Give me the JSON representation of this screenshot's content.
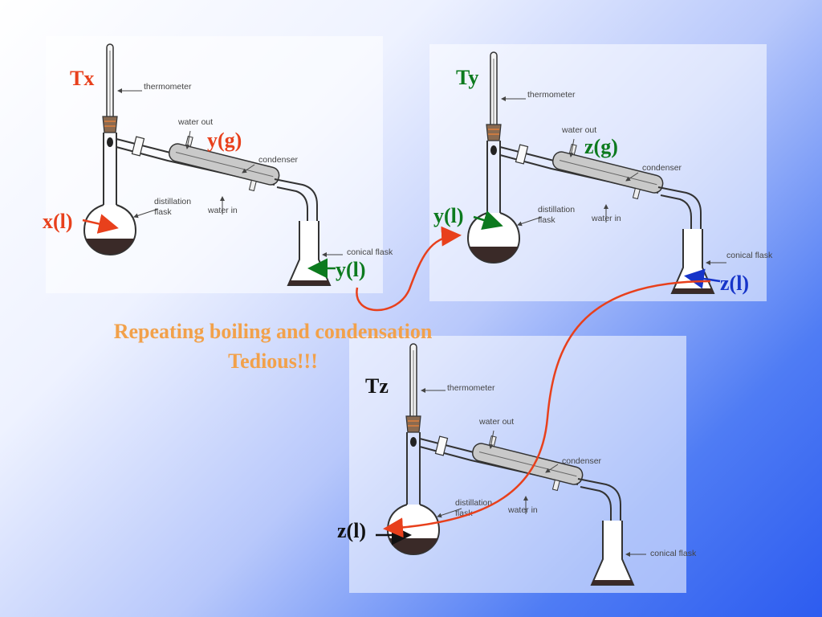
{
  "colors": {
    "red": "#e8401c",
    "green": "#0c7a1e",
    "blue": "#1634c9",
    "black": "#111111",
    "orange_text": "#f2a14a",
    "flask_liquid": "#3a2a28"
  },
  "apparatus_labels": {
    "thermometer": "thermometer",
    "water_out": "water out",
    "condenser": "condenser",
    "distillation_flask": "distillation",
    "flask_word": "flask",
    "water_in": "water in",
    "conical_flask": "conical flask"
  },
  "setups": [
    {
      "temp_label": "Tx",
      "vapor_label": "y(g)",
      "flask_content_label": "x(l)",
      "distillate_label": "y(l)"
    },
    {
      "temp_label": "Ty",
      "vapor_label": "z(g)",
      "flask_content_label": "y(l)",
      "distillate_label": "z(l)"
    },
    {
      "temp_label": "Tz",
      "flask_content_label": "z(l)"
    }
  ],
  "caption": {
    "line1": "Repeating boiling and condensation",
    "line2": "Tedious!!!"
  }
}
